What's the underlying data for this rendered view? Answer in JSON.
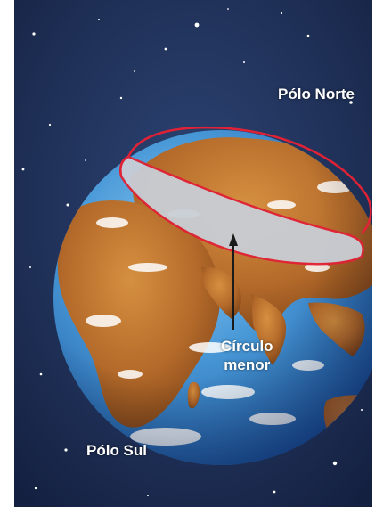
{
  "labels": {
    "north_pole": "Pólo Norte",
    "south_pole": "Pólo Sul",
    "small_circle_line1": "Círculo",
    "small_circle_line2": "menor"
  },
  "colors": {
    "space": "#1f2f55",
    "ocean": "#4b9ad6",
    "land": "#b66a2c",
    "circle_outline": "#e02236",
    "band_fill": "#c9ced6",
    "label_text": "#ffffff"
  }
}
